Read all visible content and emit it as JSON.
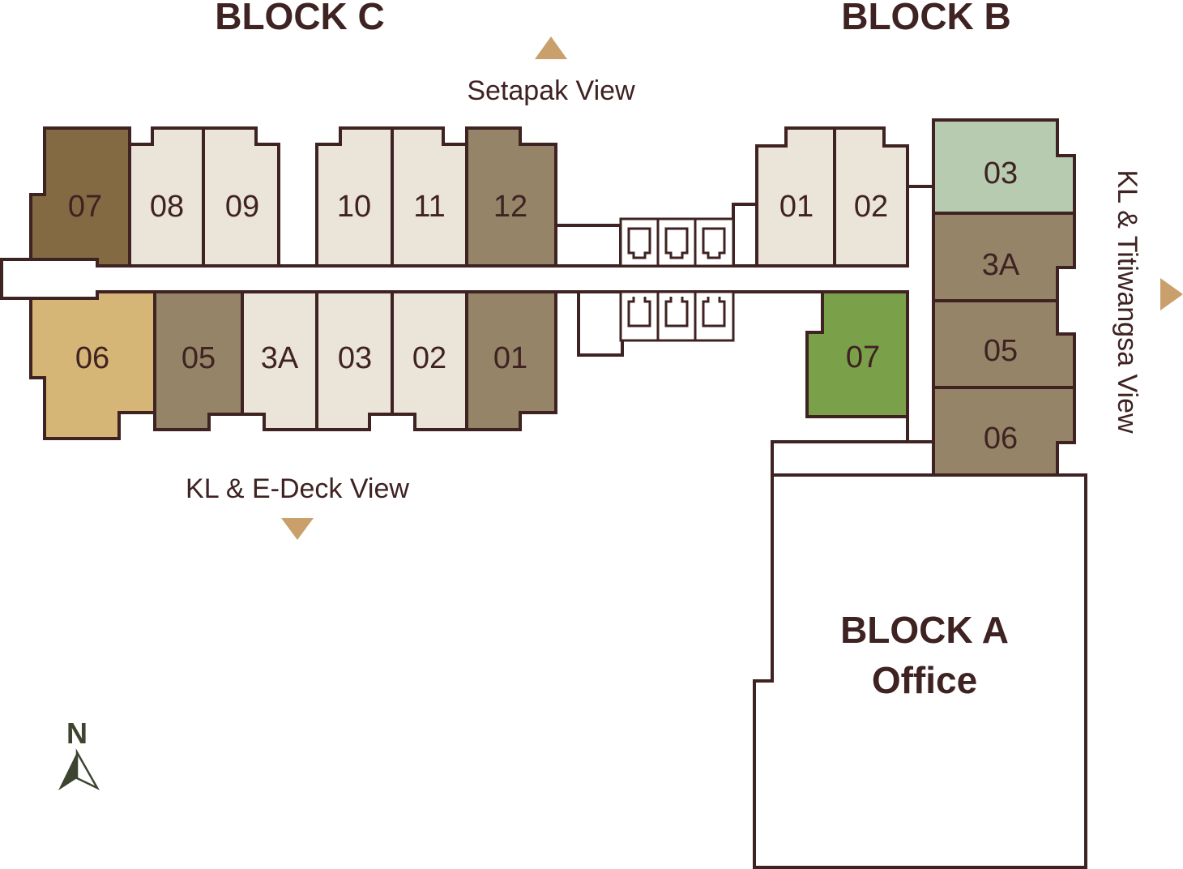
{
  "blocks": {
    "c_title": "BLOCK C",
    "b_title": "BLOCK B",
    "a_title": "BLOCK A",
    "a_subtitle": "Office"
  },
  "views": {
    "north": "Setapak View",
    "south": "KL & E-Deck View",
    "east": "KL & Titiwangsa View"
  },
  "compass": {
    "label": "N",
    "color": "#3d4530"
  },
  "colors": {
    "stroke": "#3f2222",
    "dark_brown": "#836a43",
    "taupe": "#968468",
    "cream": "#ebe4d9",
    "gold": "#d5b677",
    "mint": "#b6cbb0",
    "green": "#7aa04a",
    "arrow": "#c9a06c"
  },
  "units": {
    "c07": "07",
    "c08": "08",
    "c09": "09",
    "c10": "10",
    "c11": "11",
    "c12": "12",
    "c06": "06",
    "c05": "05",
    "c3a": "3A",
    "c03": "03",
    "c02": "02",
    "c01": "01",
    "b01": "01",
    "b02": "02",
    "b03": "03",
    "b3a": "3A",
    "b05": "05",
    "b06": "06",
    "b07": "07"
  }
}
